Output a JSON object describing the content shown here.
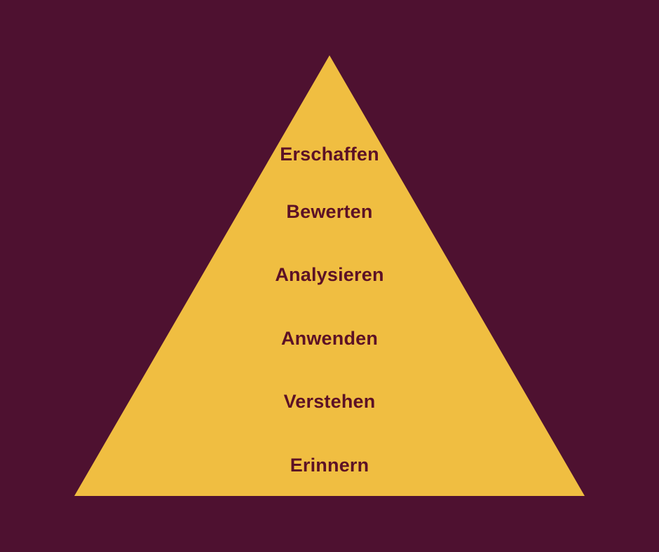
{
  "colors": {
    "background": "#4e1130",
    "pyramid": "#f0be41",
    "text": "#5c1126"
  },
  "pyramid": {
    "levels": [
      "Erschaffen",
      "Bewerten",
      "Analysieren",
      "Anwenden",
      "Verstehen",
      "Erinnern"
    ]
  }
}
